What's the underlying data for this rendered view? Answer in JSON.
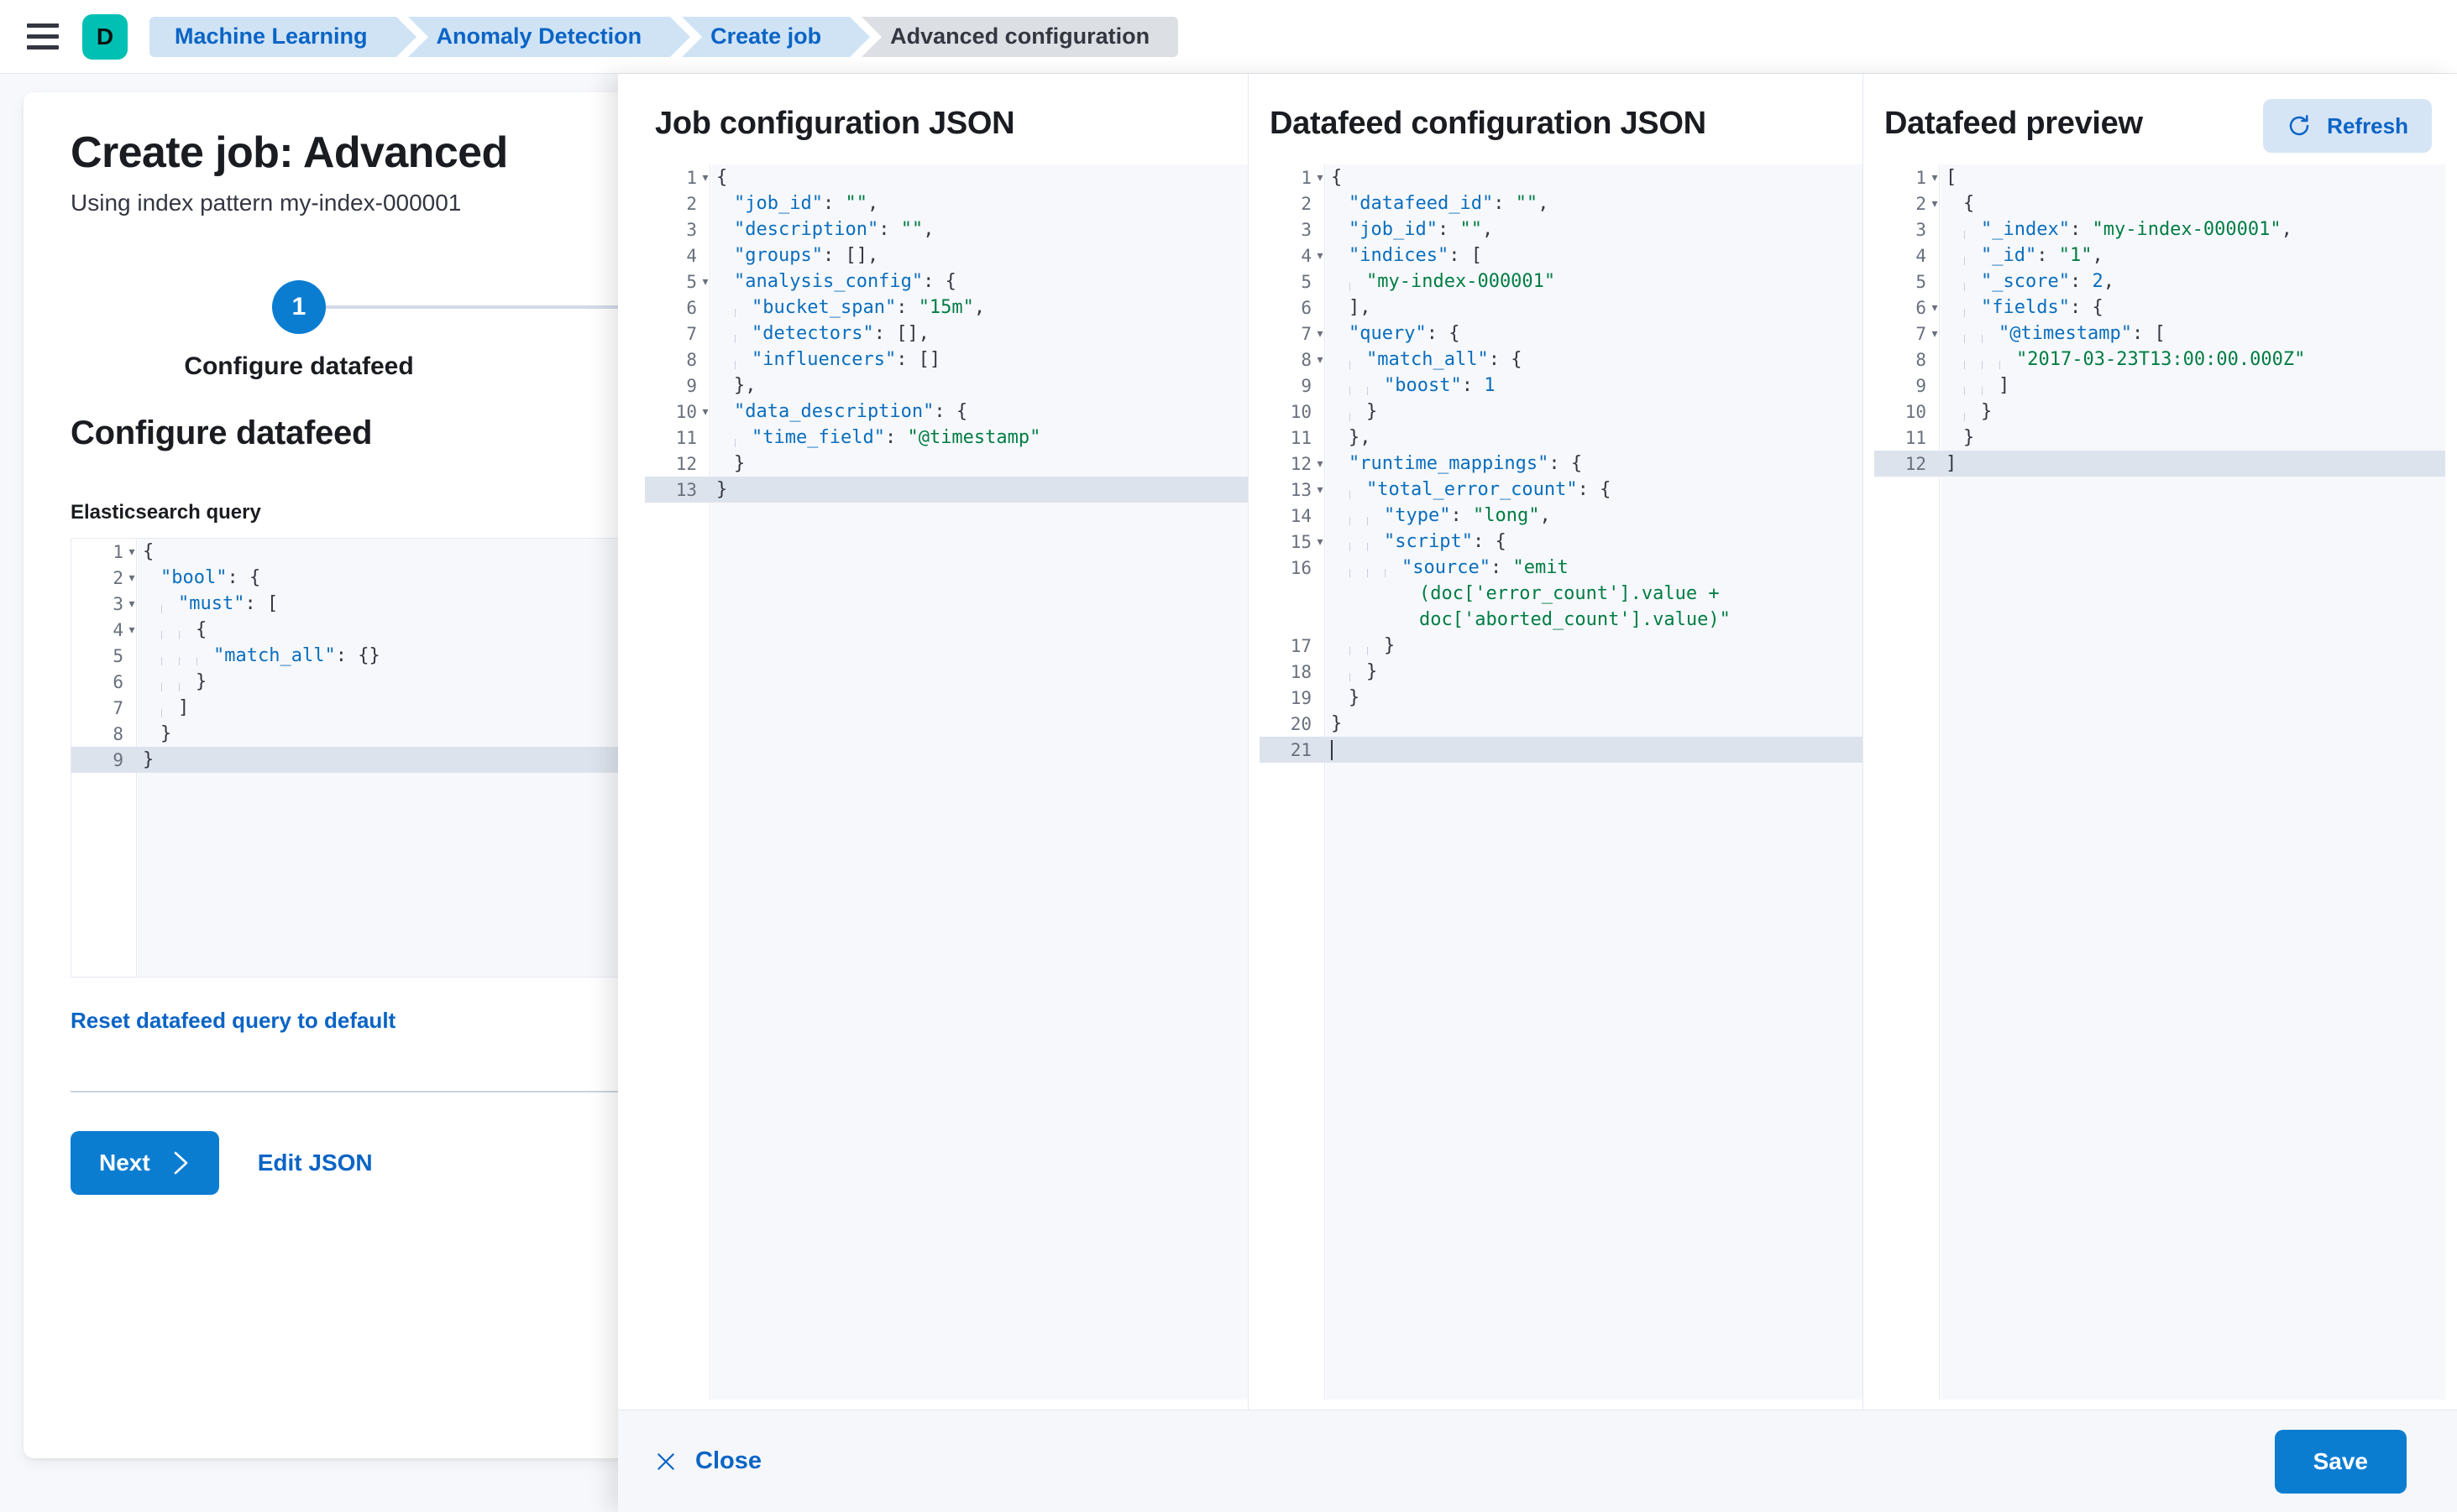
{
  "topbar": {
    "menu_icon": "hamburger-menu-icon",
    "space_avatar": "D",
    "breadcrumbs": [
      {
        "label": "Machine Learning",
        "current": false
      },
      {
        "label": "Anomaly Detection",
        "current": false
      },
      {
        "label": "Create job",
        "current": false
      },
      {
        "label": "Advanced configuration",
        "current": true
      }
    ]
  },
  "page": {
    "title": "Create job: Advanced",
    "subtitle": "Using index pattern my-index-000001",
    "step": {
      "number": "1",
      "label": "Configure datafeed"
    },
    "section_title": "Configure datafeed",
    "field_label": "Elasticsearch query",
    "reset_link": "Reset datafeed query to default",
    "next_label": "Next",
    "next_icon": "chevron-right-icon",
    "edit_json_label": "Edit JSON",
    "es_query_lines": [
      {
        "n": "1",
        "fold": true,
        "indent": 0,
        "tokens": [
          {
            "t": "{",
            "c": "p"
          }
        ]
      },
      {
        "n": "2",
        "fold": true,
        "indent": 1,
        "tokens": [
          {
            "t": "\"bool\"",
            "c": "k"
          },
          {
            "t": ": {",
            "c": "p"
          }
        ]
      },
      {
        "n": "3",
        "fold": true,
        "indent": 2,
        "tokens": [
          {
            "t": "\"must\"",
            "c": "k"
          },
          {
            "t": ": [",
            "c": "p"
          }
        ]
      },
      {
        "n": "4",
        "fold": true,
        "indent": 3,
        "tokens": [
          {
            "t": "{",
            "c": "p"
          }
        ]
      },
      {
        "n": "5",
        "fold": false,
        "indent": 4,
        "tokens": [
          {
            "t": "\"match_all\"",
            "c": "k"
          },
          {
            "t": ": {}",
            "c": "p"
          }
        ]
      },
      {
        "n": "6",
        "fold": false,
        "indent": 3,
        "tokens": [
          {
            "t": "}",
            "c": "p"
          }
        ]
      },
      {
        "n": "7",
        "fold": false,
        "indent": 2,
        "tokens": [
          {
            "t": "]",
            "c": "p"
          }
        ]
      },
      {
        "n": "8",
        "fold": false,
        "indent": 1,
        "tokens": [
          {
            "t": "}",
            "c": "p"
          }
        ]
      },
      {
        "n": "9",
        "fold": false,
        "indent": 0,
        "active": true,
        "tokens": [
          {
            "t": "}",
            "c": "p"
          }
        ]
      }
    ]
  },
  "flyout": {
    "columns": [
      {
        "id": "job-configuration-json",
        "title": "Job configuration JSON",
        "lines": [
          {
            "n": "1",
            "fold": true,
            "indent": 0,
            "tokens": [
              {
                "t": "{",
                "c": "p"
              }
            ]
          },
          {
            "n": "2",
            "fold": false,
            "indent": 1,
            "tokens": [
              {
                "t": "\"job_id\"",
                "c": "k"
              },
              {
                "t": ": ",
                "c": "p"
              },
              {
                "t": "\"\"",
                "c": "s"
              },
              {
                "t": ",",
                "c": "p"
              }
            ]
          },
          {
            "n": "3",
            "fold": false,
            "indent": 1,
            "tokens": [
              {
                "t": "\"description\"",
                "c": "k"
              },
              {
                "t": ": ",
                "c": "p"
              },
              {
                "t": "\"\"",
                "c": "s"
              },
              {
                "t": ",",
                "c": "p"
              }
            ]
          },
          {
            "n": "4",
            "fold": false,
            "indent": 1,
            "tokens": [
              {
                "t": "\"groups\"",
                "c": "k"
              },
              {
                "t": ": [],",
                "c": "p"
              }
            ]
          },
          {
            "n": "5",
            "fold": true,
            "indent": 1,
            "tokens": [
              {
                "t": "\"analysis_config\"",
                "c": "k"
              },
              {
                "t": ": {",
                "c": "p"
              }
            ]
          },
          {
            "n": "6",
            "fold": false,
            "indent": 2,
            "tokens": [
              {
                "t": "\"bucket_span\"",
                "c": "k"
              },
              {
                "t": ": ",
                "c": "p"
              },
              {
                "t": "\"15m\"",
                "c": "s"
              },
              {
                "t": ",",
                "c": "p"
              }
            ]
          },
          {
            "n": "7",
            "fold": false,
            "indent": 2,
            "tokens": [
              {
                "t": "\"detectors\"",
                "c": "k"
              },
              {
                "t": ": [],",
                "c": "p"
              }
            ]
          },
          {
            "n": "8",
            "fold": false,
            "indent": 2,
            "tokens": [
              {
                "t": "\"influencers\"",
                "c": "k"
              },
              {
                "t": ": []",
                "c": "p"
              }
            ]
          },
          {
            "n": "9",
            "fold": false,
            "indent": 1,
            "tokens": [
              {
                "t": "},",
                "c": "p"
              }
            ]
          },
          {
            "n": "10",
            "fold": true,
            "indent": 1,
            "tokens": [
              {
                "t": "\"data_description\"",
                "c": "k"
              },
              {
                "t": ": {",
                "c": "p"
              }
            ]
          },
          {
            "n": "11",
            "fold": false,
            "indent": 2,
            "tokens": [
              {
                "t": "\"time_field\"",
                "c": "k"
              },
              {
                "t": ": ",
                "c": "p"
              },
              {
                "t": "\"@timestamp\"",
                "c": "s"
              }
            ]
          },
          {
            "n": "12",
            "fold": false,
            "indent": 1,
            "tokens": [
              {
                "t": "}",
                "c": "p"
              }
            ]
          },
          {
            "n": "13",
            "fold": false,
            "indent": 0,
            "active": true,
            "tokens": [
              {
                "t": "}",
                "c": "p"
              }
            ]
          }
        ]
      },
      {
        "id": "datafeed-configuration-json",
        "title": "Datafeed configuration JSON",
        "lines": [
          {
            "n": "1",
            "fold": true,
            "indent": 0,
            "tokens": [
              {
                "t": "{",
                "c": "p"
              }
            ]
          },
          {
            "n": "2",
            "fold": false,
            "indent": 1,
            "tokens": [
              {
                "t": "\"datafeed_id\"",
                "c": "k"
              },
              {
                "t": ": ",
                "c": "p"
              },
              {
                "t": "\"\"",
                "c": "s"
              },
              {
                "t": ",",
                "c": "p"
              }
            ]
          },
          {
            "n": "3",
            "fold": false,
            "indent": 1,
            "tokens": [
              {
                "t": "\"job_id\"",
                "c": "k"
              },
              {
                "t": ": ",
                "c": "p"
              },
              {
                "t": "\"\"",
                "c": "s"
              },
              {
                "t": ",",
                "c": "p"
              }
            ]
          },
          {
            "n": "4",
            "fold": true,
            "indent": 1,
            "tokens": [
              {
                "t": "\"indices\"",
                "c": "k"
              },
              {
                "t": ": [",
                "c": "p"
              }
            ]
          },
          {
            "n": "5",
            "fold": false,
            "indent": 2,
            "tokens": [
              {
                "t": "\"my-index-000001\"",
                "c": "s"
              }
            ]
          },
          {
            "n": "6",
            "fold": false,
            "indent": 1,
            "tokens": [
              {
                "t": "],",
                "c": "p"
              }
            ]
          },
          {
            "n": "7",
            "fold": true,
            "indent": 1,
            "tokens": [
              {
                "t": "\"query\"",
                "c": "k"
              },
              {
                "t": ": {",
                "c": "p"
              }
            ]
          },
          {
            "n": "8",
            "fold": true,
            "indent": 2,
            "tokens": [
              {
                "t": "\"match_all\"",
                "c": "k"
              },
              {
                "t": ": {",
                "c": "p"
              }
            ]
          },
          {
            "n": "9",
            "fold": false,
            "indent": 3,
            "tokens": [
              {
                "t": "\"boost\"",
                "c": "k"
              },
              {
                "t": ": ",
                "c": "p"
              },
              {
                "t": "1",
                "c": "n"
              }
            ]
          },
          {
            "n": "10",
            "fold": false,
            "indent": 2,
            "tokens": [
              {
                "t": "}",
                "c": "p"
              }
            ]
          },
          {
            "n": "11",
            "fold": false,
            "indent": 1,
            "tokens": [
              {
                "t": "},",
                "c": "p"
              }
            ]
          },
          {
            "n": "12",
            "fold": true,
            "indent": 1,
            "tokens": [
              {
                "t": "\"runtime_mappings\"",
                "c": "k"
              },
              {
                "t": ": {",
                "c": "p"
              }
            ]
          },
          {
            "n": "13",
            "fold": true,
            "indent": 2,
            "tokens": [
              {
                "t": "\"total_error_count\"",
                "c": "k"
              },
              {
                "t": ": {",
                "c": "p"
              }
            ]
          },
          {
            "n": "14",
            "fold": false,
            "indent": 3,
            "tokens": [
              {
                "t": "\"type\"",
                "c": "k"
              },
              {
                "t": ": ",
                "c": "p"
              },
              {
                "t": "\"long\"",
                "c": "s"
              },
              {
                "t": ",",
                "c": "p"
              }
            ]
          },
          {
            "n": "15",
            "fold": true,
            "indent": 3,
            "tokens": [
              {
                "t": "\"script\"",
                "c": "k"
              },
              {
                "t": ": {",
                "c": "p"
              }
            ]
          },
          {
            "n": "16",
            "fold": false,
            "indent": 4,
            "wrap": true,
            "tokens": [
              {
                "t": "\"source\"",
                "c": "k"
              },
              {
                "t": ": ",
                "c": "p"
              },
              {
                "t": "\"emit",
                "c": "s"
              }
            ],
            "wrapped": [
              [
                {
                  "t": "(doc['error_count'].value +",
                  "c": "s"
                }
              ],
              [
                {
                  "t": "doc['aborted_count'].value)\"",
                  "c": "s"
                }
              ]
            ]
          },
          {
            "n": "17",
            "fold": false,
            "indent": 3,
            "tokens": [
              {
                "t": "}",
                "c": "p"
              }
            ]
          },
          {
            "n": "18",
            "fold": false,
            "indent": 2,
            "tokens": [
              {
                "t": "}",
                "c": "p"
              }
            ]
          },
          {
            "n": "19",
            "fold": false,
            "indent": 1,
            "tokens": [
              {
                "t": "}",
                "c": "p"
              }
            ]
          },
          {
            "n": "20",
            "fold": false,
            "indent": 0,
            "tokens": [
              {
                "t": "}",
                "c": "p"
              }
            ]
          },
          {
            "n": "21",
            "fold": false,
            "indent": 0,
            "active": true,
            "caret": true,
            "tokens": []
          }
        ]
      },
      {
        "id": "datafeed-preview",
        "title": "Datafeed preview",
        "refresh_label": "Refresh",
        "refresh_icon": "refresh-icon",
        "lines": [
          {
            "n": "1",
            "fold": true,
            "indent": 0,
            "tokens": [
              {
                "t": "[",
                "c": "p"
              }
            ]
          },
          {
            "n": "2",
            "fold": true,
            "indent": 1,
            "tokens": [
              {
                "t": "{",
                "c": "p"
              }
            ]
          },
          {
            "n": "3",
            "fold": false,
            "indent": 2,
            "tokens": [
              {
                "t": "\"_index\"",
                "c": "k"
              },
              {
                "t": ": ",
                "c": "p"
              },
              {
                "t": "\"my-index-000001\"",
                "c": "s"
              },
              {
                "t": ",",
                "c": "p"
              }
            ]
          },
          {
            "n": "4",
            "fold": false,
            "indent": 2,
            "tokens": [
              {
                "t": "\"_id\"",
                "c": "k"
              },
              {
                "t": ": ",
                "c": "p"
              },
              {
                "t": "\"1\"",
                "c": "s"
              },
              {
                "t": ",",
                "c": "p"
              }
            ]
          },
          {
            "n": "5",
            "fold": false,
            "indent": 2,
            "tokens": [
              {
                "t": "\"_score\"",
                "c": "k"
              },
              {
                "t": ": ",
                "c": "p"
              },
              {
                "t": "2",
                "c": "n"
              },
              {
                "t": ",",
                "c": "p"
              }
            ]
          },
          {
            "n": "6",
            "fold": true,
            "indent": 2,
            "tokens": [
              {
                "t": "\"fields\"",
                "c": "k"
              },
              {
                "t": ": {",
                "c": "p"
              }
            ]
          },
          {
            "n": "7",
            "fold": true,
            "indent": 3,
            "tokens": [
              {
                "t": "\"@timestamp\"",
                "c": "k"
              },
              {
                "t": ": [",
                "c": "p"
              }
            ]
          },
          {
            "n": "8",
            "fold": false,
            "indent": 4,
            "tokens": [
              {
                "t": "\"2017-03-23T13:00:00.000Z\"",
                "c": "s"
              }
            ]
          },
          {
            "n": "9",
            "fold": false,
            "indent": 3,
            "tokens": [
              {
                "t": "]",
                "c": "p"
              }
            ]
          },
          {
            "n": "10",
            "fold": false,
            "indent": 2,
            "tokens": [
              {
                "t": "}",
                "c": "p"
              }
            ]
          },
          {
            "n": "11",
            "fold": false,
            "indent": 1,
            "tokens": [
              {
                "t": "}",
                "c": "p"
              }
            ]
          },
          {
            "n": "12",
            "fold": false,
            "indent": 0,
            "active": true,
            "tokens": [
              {
                "t": "]",
                "c": "p"
              }
            ]
          }
        ]
      }
    ],
    "footer": {
      "close_label": "Close",
      "close_icon": "close-x-icon",
      "save_label": "Save"
    }
  },
  "colors": {
    "primary": "#0b7dd1",
    "link": "#0b64c5",
    "accent_space": "#00BFB3",
    "string": "#017d43",
    "key": "#0a6ebd"
  }
}
